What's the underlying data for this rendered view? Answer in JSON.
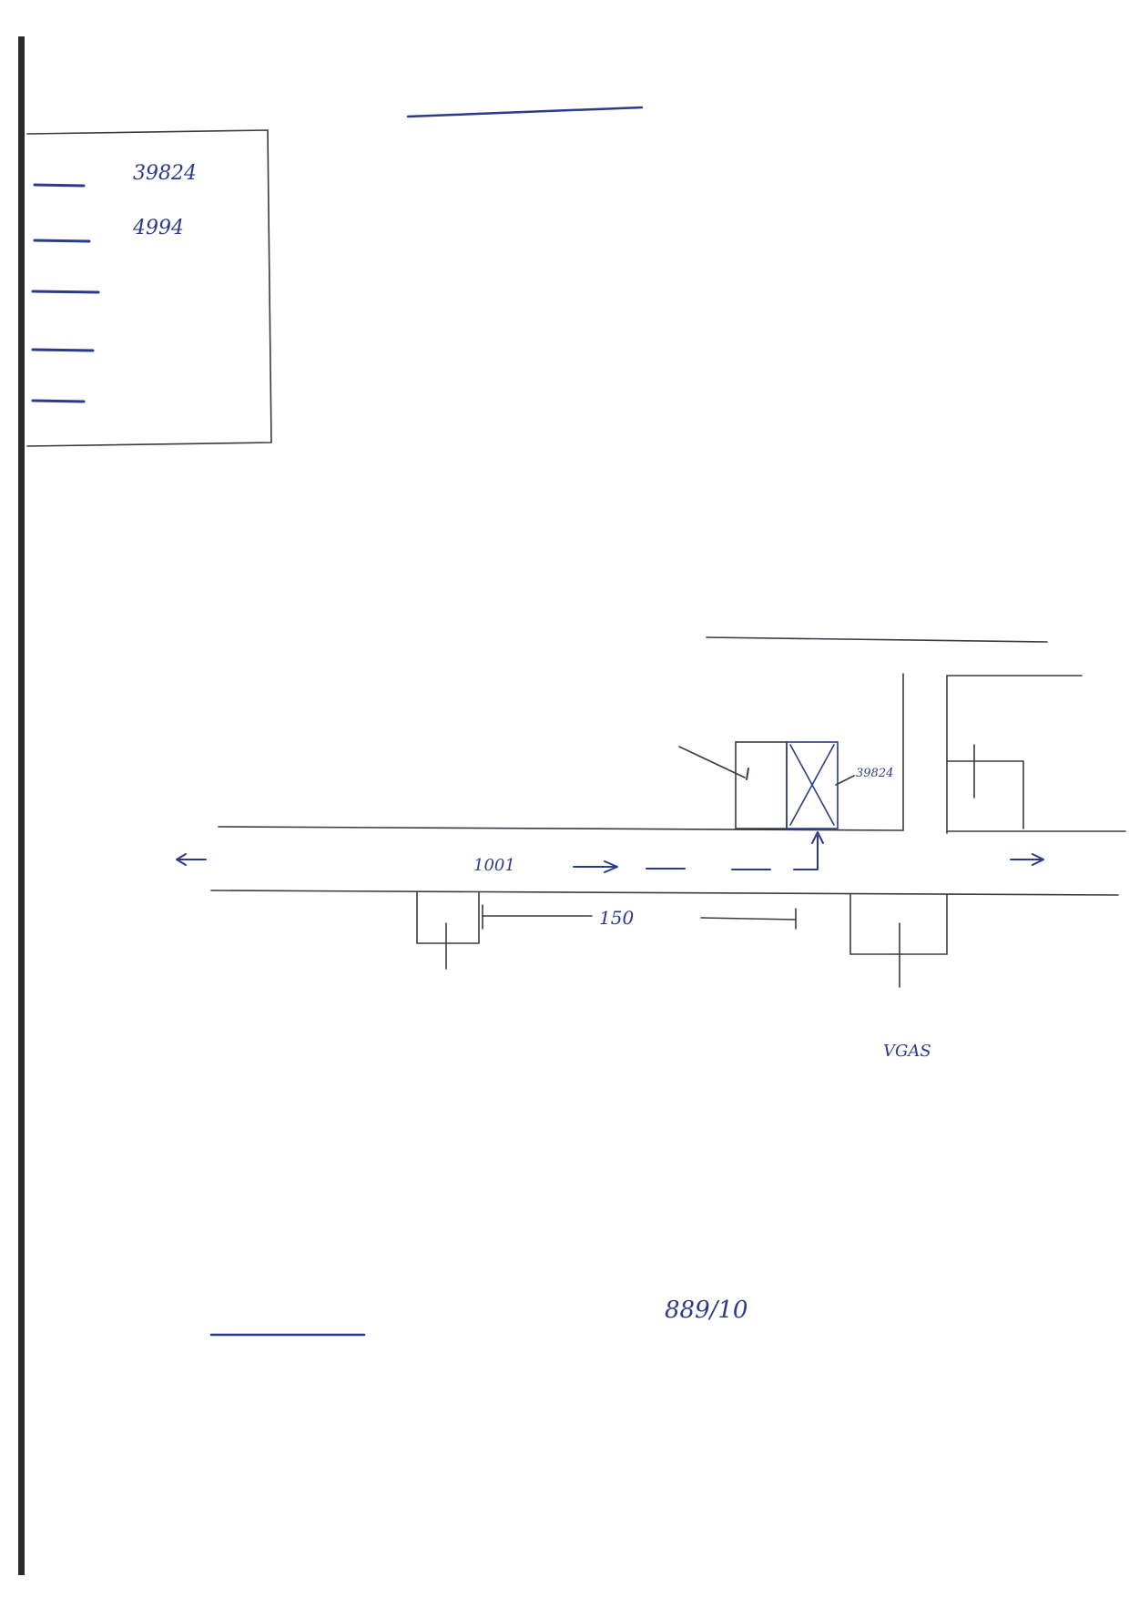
{
  "title": "",
  "info_box": {
    "rows": [
      {
        "label": "",
        "value": "39824"
      },
      {
        "label": "",
        "value": "4994"
      },
      {
        "label": "",
        "value": ""
      },
      {
        "label": "",
        "value": ""
      },
      {
        "label": "",
        "value": ""
      }
    ]
  },
  "description": {
    "line1": "",
    "line2": "",
    "line3": "",
    "line3_right": ""
  },
  "map": {
    "left_direction": "",
    "right_direction": "",
    "road_label": "1001",
    "distance_label": "150",
    "top_street_label": "",
    "building_left_label": "",
    "building_right_label": "",
    "plot_label_line1": "",
    "plot_label_line2": "39824",
    "bottom_left_label_line1": "",
    "bottom_left_label_line2": "",
    "bottom_right_label_line1": "",
    "bottom_right_label_line2": "VGAS"
  },
  "footer": {
    "line1_underlined": "",
    "line1_rest": "889/10",
    "line2": ""
  },
  "colors": {
    "ink": "#2a3a8c",
    "line": "#3a3a46",
    "binding": "#2b2b2b"
  }
}
